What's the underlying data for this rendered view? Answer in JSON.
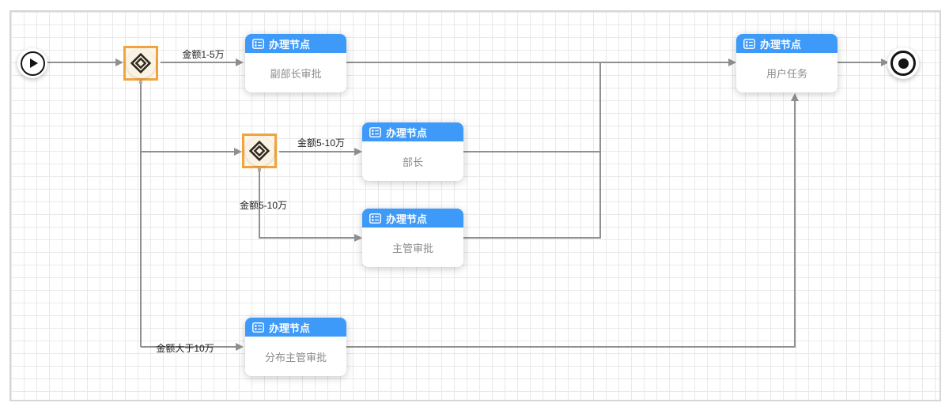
{
  "nodes": {
    "start": {
      "icon": "play-icon"
    },
    "end": {
      "icon": "terminate-dot-icon"
    },
    "gateways": [
      {
        "icon": "exclusive-gateway-diamond-icon"
      },
      {
        "icon": "exclusive-gateway-diamond-icon"
      }
    ],
    "tasks": [
      {
        "header": "办理节点",
        "name": "副部长审批"
      },
      {
        "header": "办理节点",
        "name": "部长"
      },
      {
        "header": "办理节点",
        "name": "主管审批"
      },
      {
        "header": "办理节点",
        "name": "分布主管审批"
      },
      {
        "header": "办理节点",
        "name": "用户任务"
      }
    ]
  },
  "edges": {
    "labels": [
      "金额1-5万",
      "金额5-10万",
      "金额5-10万",
      "金额大于10万"
    ]
  },
  "colors": {
    "task_header_blue": "#3e9af8",
    "gateway_orange": "#f1a43d",
    "connector_gray": "#909090",
    "grid_line": "#e9e9e9",
    "task_text_gray": "#8c8c8c"
  }
}
